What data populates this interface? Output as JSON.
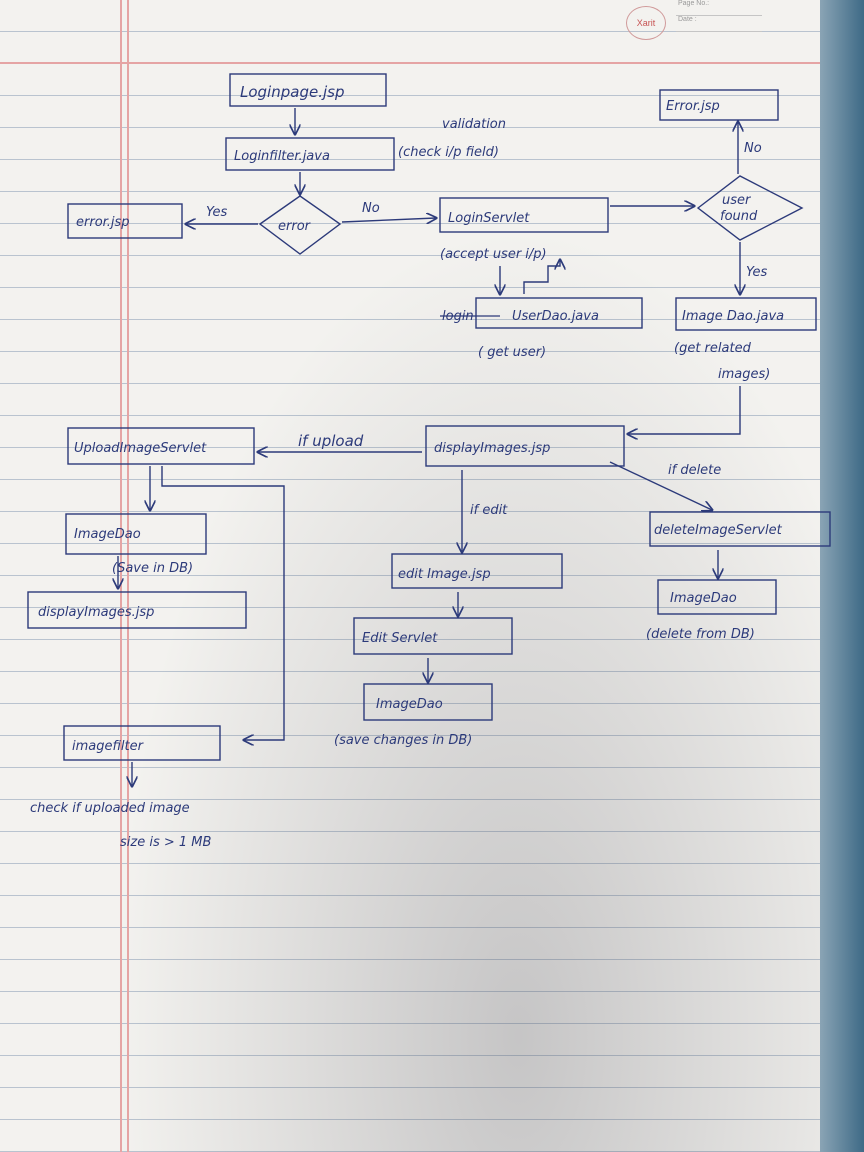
{
  "header": {
    "logo_text": "Xarit",
    "page_no_label": "Page No.:",
    "date_label": "Date :"
  },
  "nodes": {
    "loginpage": "Loginpage.jsp",
    "loginfilter": "Loginfilter.java",
    "validation_note_1": "validation",
    "validation_note_2": "(check i/p field)",
    "error_decision": "error",
    "error_jsp_left": "error.jsp",
    "yes_left": "Yes",
    "no_middle": "No",
    "loginservlet": "LoginServlet",
    "accept_note": "(accept user i/p)",
    "userdao_strike": "login",
    "userdao": "UserDao.java",
    "get_user_note": "( get user)",
    "user_found_1": "user",
    "user_found_2": "found",
    "error_jsp_right": "Error.jsp",
    "no_right": "No",
    "yes_right": "Yes",
    "imagedao_top": "Image Dao.java",
    "get_related_1": "(get related",
    "get_related_2": "images)",
    "display_images": "displayImages.jsp",
    "if_upload": "if upload",
    "upload_servlet": "UploadImageServlet",
    "imagedao_left": "ImageDao",
    "save_in_db": "(Save in DB)",
    "display_images_left": "displayImages.jsp",
    "image_filter": "imagefilter",
    "check_note_1": "check if uploaded image",
    "check_note_2": "size is > 1 MB",
    "if_edit": "if edit",
    "edit_image": "edit Image.jsp",
    "edit_servlet": "Edit Servlet",
    "imagedao_mid": "ImageDao",
    "save_changes": "(save changes in DB)",
    "if_delete": "if delete",
    "delete_servlet": "deleteImageServlet",
    "imagedao_right": "ImageDao",
    "delete_from_db": "(delete from DB)"
  }
}
